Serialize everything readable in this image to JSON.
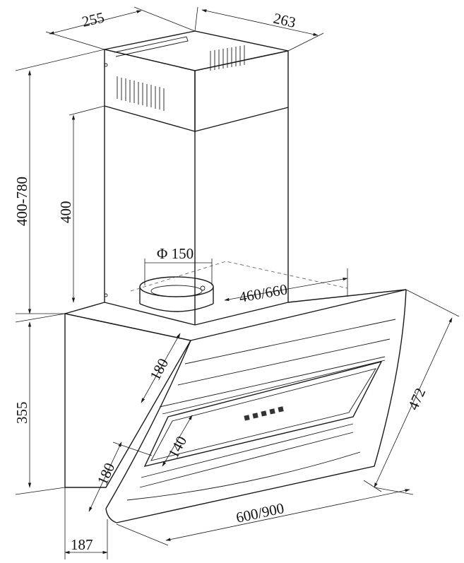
{
  "drawing": {
    "title": "Range hood dimension drawing",
    "dimensions": {
      "chimney_width": "255",
      "chimney_depth": "263",
      "total_chimney_range": "400-780",
      "chimney_height": "400",
      "duct_diameter": "Φ 150",
      "top_depth": "460/660",
      "body_height": "355",
      "panel_upper": "180",
      "control_panel": "140",
      "panel_lower": "180",
      "glass_length": "472",
      "width": "600/900",
      "bottom_depth": "187"
    },
    "controls": {
      "button_count": 5
    }
  }
}
